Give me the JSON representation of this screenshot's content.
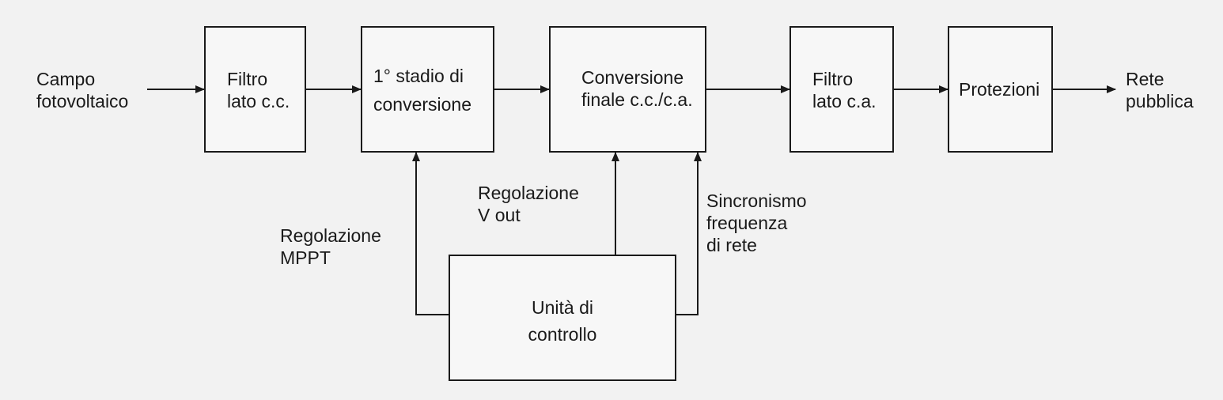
{
  "diagram": {
    "input_label": "Campo\nfotovoltaico",
    "output_label": "Rete\npubblica",
    "blocks": {
      "filtro_cc": "Filtro\nlato c.c.",
      "stadio1": "1° stadio di\nconversione",
      "conversione_finale": "Conversione\nfinale c.c./c.a.",
      "filtro_ca": "Filtro\nlato c.a.",
      "protezioni": "Protezioni",
      "unita_controllo": "Unità di\ncontrollo"
    },
    "signals": {
      "mppt": "Regolazione\nMPPT",
      "vout": "Regolazione\nV out",
      "sync": "Sincronismo\nfrequenza\ndi rete"
    }
  }
}
